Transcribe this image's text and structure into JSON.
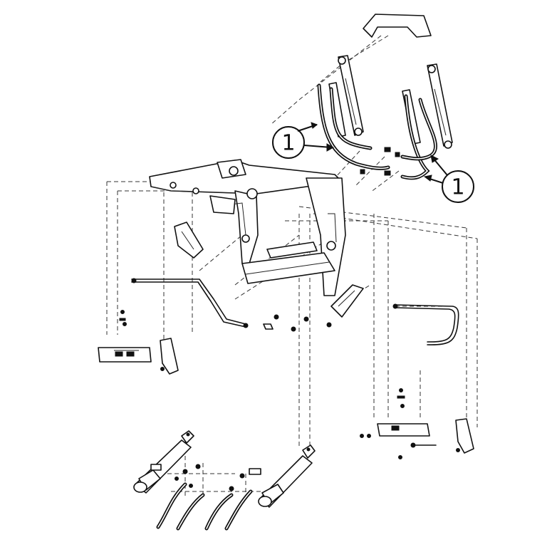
{
  "callouts": [
    {
      "id": "left",
      "label": "1"
    },
    {
      "id": "right",
      "label": "1"
    }
  ],
  "colors": {
    "line": "#111111",
    "background": "#ffffff"
  }
}
